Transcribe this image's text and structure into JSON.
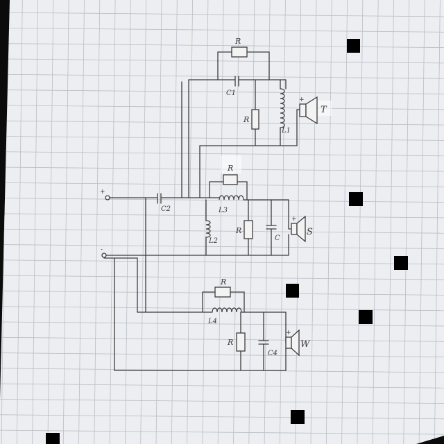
{
  "diagram": {
    "kind": "hand-drawn three-way speaker crossover schematic on graph paper",
    "colors": {
      "paper": "#eceef1",
      "grid": "#b9bec6",
      "ink": "#3c3c3c",
      "background": "#0b0b0b",
      "redaction": "#000000"
    },
    "input_terminals": {
      "positive_mark": "+",
      "negative_mark": "-"
    },
    "tweeter_section": {
      "resistor_top_label": "R",
      "capacitor_label": "C1",
      "resistor_label": "R",
      "inductor_label": "L1",
      "driver_label": "T",
      "driver_polarity": "+"
    },
    "midrange_section": {
      "series_capacitor_label": "C2",
      "resistor_top_label": "R",
      "inductor_series_label": "L3",
      "inductor_shunt_label": "L2",
      "resistor_label": "R",
      "capacitor_label": "C",
      "driver_label": "S",
      "driver_polarity": "+"
    },
    "woofer_section": {
      "resistor_top_label": "R",
      "inductor_label": "L4",
      "resistor_label": "R",
      "capacitor_label": "C4",
      "driver_label": "W",
      "driver_polarity": "+"
    }
  }
}
